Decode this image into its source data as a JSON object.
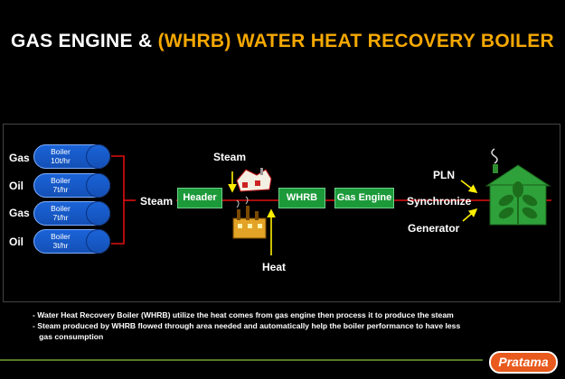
{
  "title": {
    "part1": "GAS ENGINE & ",
    "part2": "(WHRB) WATER HEAT RECOVERY BOILER"
  },
  "boilers": [
    {
      "fuel": "Gas",
      "line1": "Boiler",
      "line2": "10t/hr"
    },
    {
      "fuel": "Oil",
      "line1": "Boiler",
      "line2": "7t/hr"
    },
    {
      "fuel": "Gas",
      "line1": "Boiler",
      "line2": "7t/hr"
    },
    {
      "fuel": "Oil",
      "line1": "Boiler",
      "line2": "3t/hr"
    }
  ],
  "flow": {
    "steam_left": "Steam",
    "header": "Header",
    "steam_top": "Steam",
    "heat": "Heat",
    "whrb": "WHRB",
    "gas_engine": "Gas Engine",
    "synchronize": "Synchronize",
    "pln": "PLN",
    "generator": "Generator"
  },
  "notes": [
    "-  Water Heat Recovery Boiler (WHRB) utilize the heat comes from gas engine then process it to produce the steam",
    "- Steam produced by WHRB flowed through area needed and automatically help the boiler performance to have less",
    "   gas consumption"
  ],
  "logo": "Pratama",
  "colors": {
    "accent": "#f5a800",
    "boiler": "#1a63d8",
    "flow_box": "#1c9a3a",
    "line": "#e01010",
    "arrow": "#ffee00",
    "footer_line": "#8ac13f"
  }
}
